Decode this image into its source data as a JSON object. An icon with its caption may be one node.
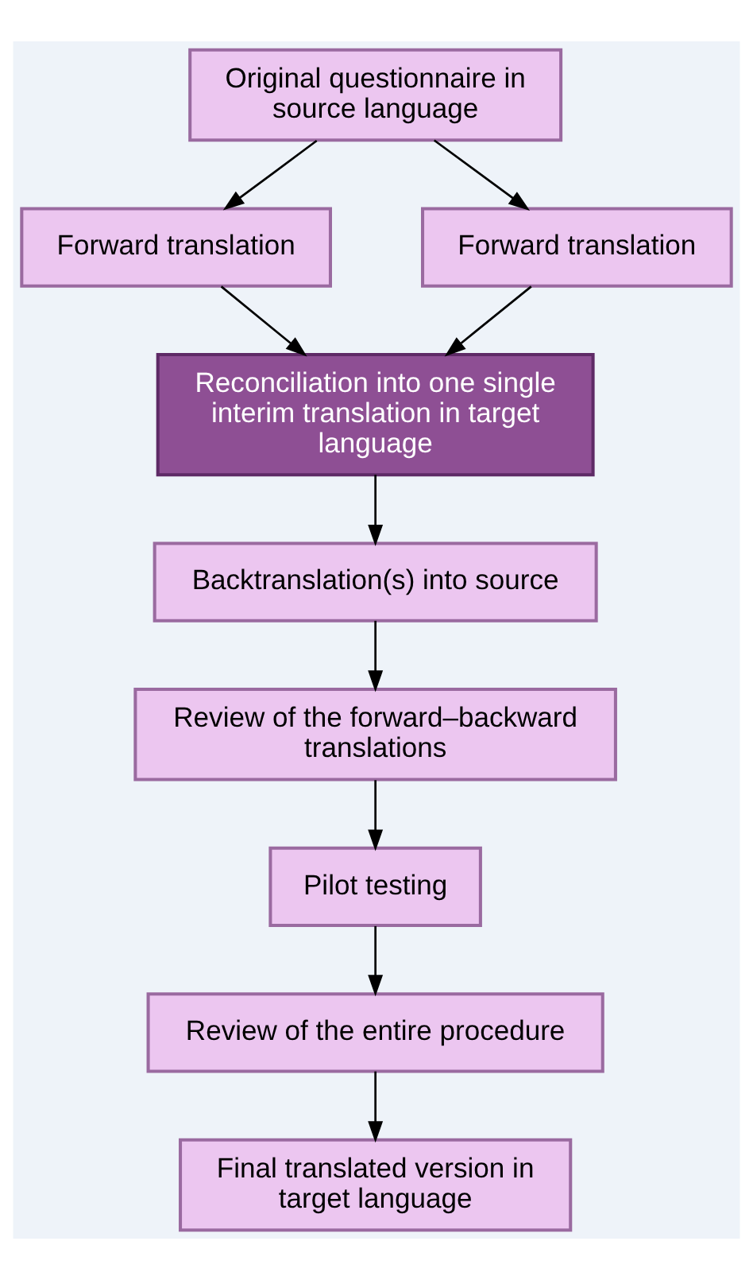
{
  "diagram": {
    "nodes": [
      {
        "text": [
          "Original questionnaire in source language"
        ]
      },
      {
        "text": [
          "Forward translation"
        ]
      },
      {
        "text": [
          "Forward translation"
        ]
      },
      {
        "text": [
          "Reconciliation into one single interim translation in target language"
        ]
      },
      {
        "text": [
          "Backtranslation(s) into source"
        ]
      },
      {
        "text": [
          "Review of the forward–backward translations"
        ]
      },
      {
        "text": [
          "Pilot testing"
        ]
      },
      {
        "text": [
          "Review of the entire procedure"
        ]
      },
      {
        "text": [
          "Final translated version in target language"
        ]
      }
    ],
    "edges": [
      {
        "from": 0,
        "to": 1,
        "arrow": "to"
      },
      {
        "from": 0,
        "to": 2,
        "arrow": "to"
      },
      {
        "from": 1,
        "to": 3,
        "arrow": "to"
      },
      {
        "from": 2,
        "to": 3,
        "arrow": "to"
      },
      {
        "from": 3,
        "to": 4,
        "arrow": "to"
      },
      {
        "from": 4,
        "to": 5,
        "arrow": "to"
      },
      {
        "from": 5,
        "to": 6,
        "arrow": "to"
      },
      {
        "from": 6,
        "to": 7,
        "arrow": "to"
      },
      {
        "from": 7,
        "to": 8,
        "arrow": "to"
      }
    ]
  }
}
